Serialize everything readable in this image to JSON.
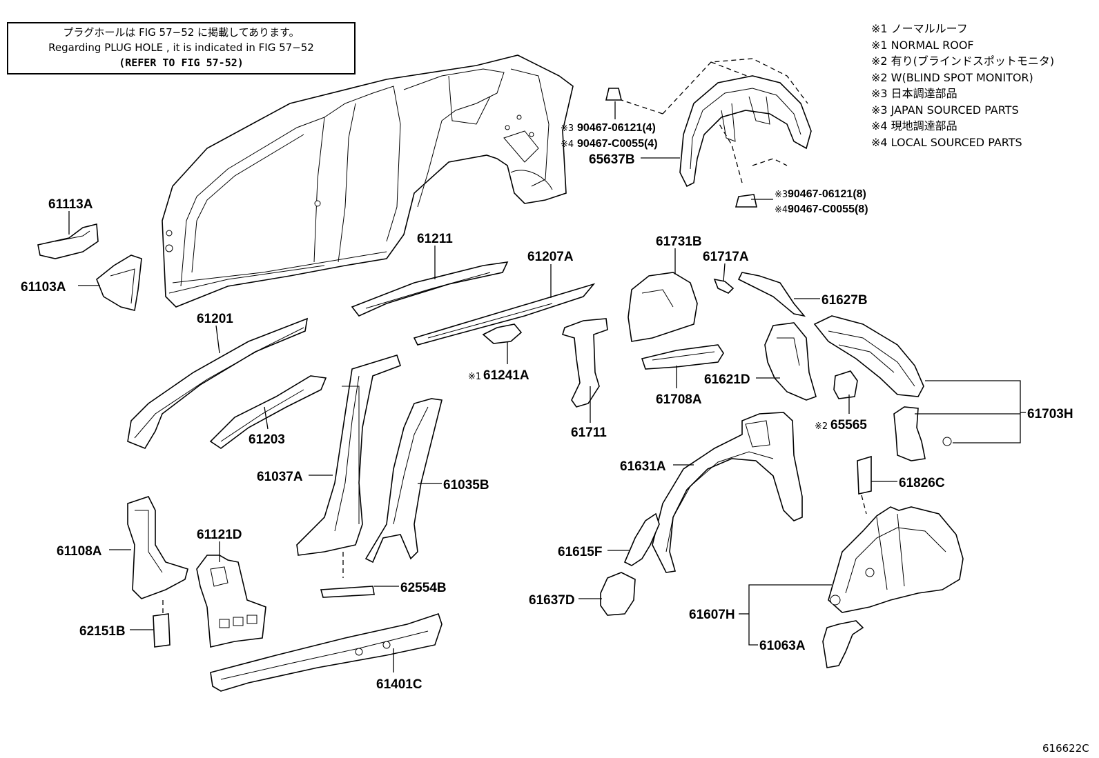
{
  "note": {
    "line1": "プラグホールは FIG 57−52 に掲載してあります。",
    "line2": "Regarding PLUG HOLE , it is indicated in FIG 57−52",
    "line3": "(REFER TO FIG 57-52)"
  },
  "legend": [
    "※1 ノーマルルーフ",
    "※1 NORMAL ROOF",
    "※2 有り(ブラインドスポットモニタ)",
    "※2 W(BLIND SPOT MONITOR)",
    "※3 日本調達部品",
    "※3 JAPAN SOURCED PARTS",
    "※4 現地調達部品",
    "※4 LOCAL SOURCED PARTS"
  ],
  "parts": {
    "p61113A": "61113A",
    "p61103A": "61103A",
    "p61201": "61201",
    "p61211": "61211",
    "p61207A": "61207A",
    "p61203": "61203",
    "p61241A": "61241A",
    "p61241A_mark": "※1",
    "p61037A": "61037A",
    "p61035B": "61035B",
    "p61711": "61711",
    "p61731B": "61731B",
    "p61717A": "61717A",
    "p61627B": "61627B",
    "p61708A": "61708A",
    "p61621D": "61621D",
    "p65565": "65565",
    "p65565_mark": "※2",
    "p61703H": "61703H",
    "p61631A": "61631A",
    "p61826C": "61826C",
    "p61108A": "61108A",
    "p61121D": "61121D",
    "p62554B": "62554B",
    "p62151B": "62151B",
    "p61401C": "61401C",
    "p61615F": "61615F",
    "p61637D": "61637D",
    "p61607H": "61607H",
    "p61063A": "61063A",
    "p65637B": "65637B",
    "clip_a1": "90467-06121(4)",
    "clip_a1_mark": "※3",
    "clip_a2": "90467-C0055(4)",
    "clip_a2_mark": "※4",
    "clip_b1": "90467-06121(8)",
    "clip_b1_mark": "※3",
    "clip_b2": "90467-C0055(8)",
    "clip_b2_mark": "※4"
  },
  "figure_number": "616622C"
}
